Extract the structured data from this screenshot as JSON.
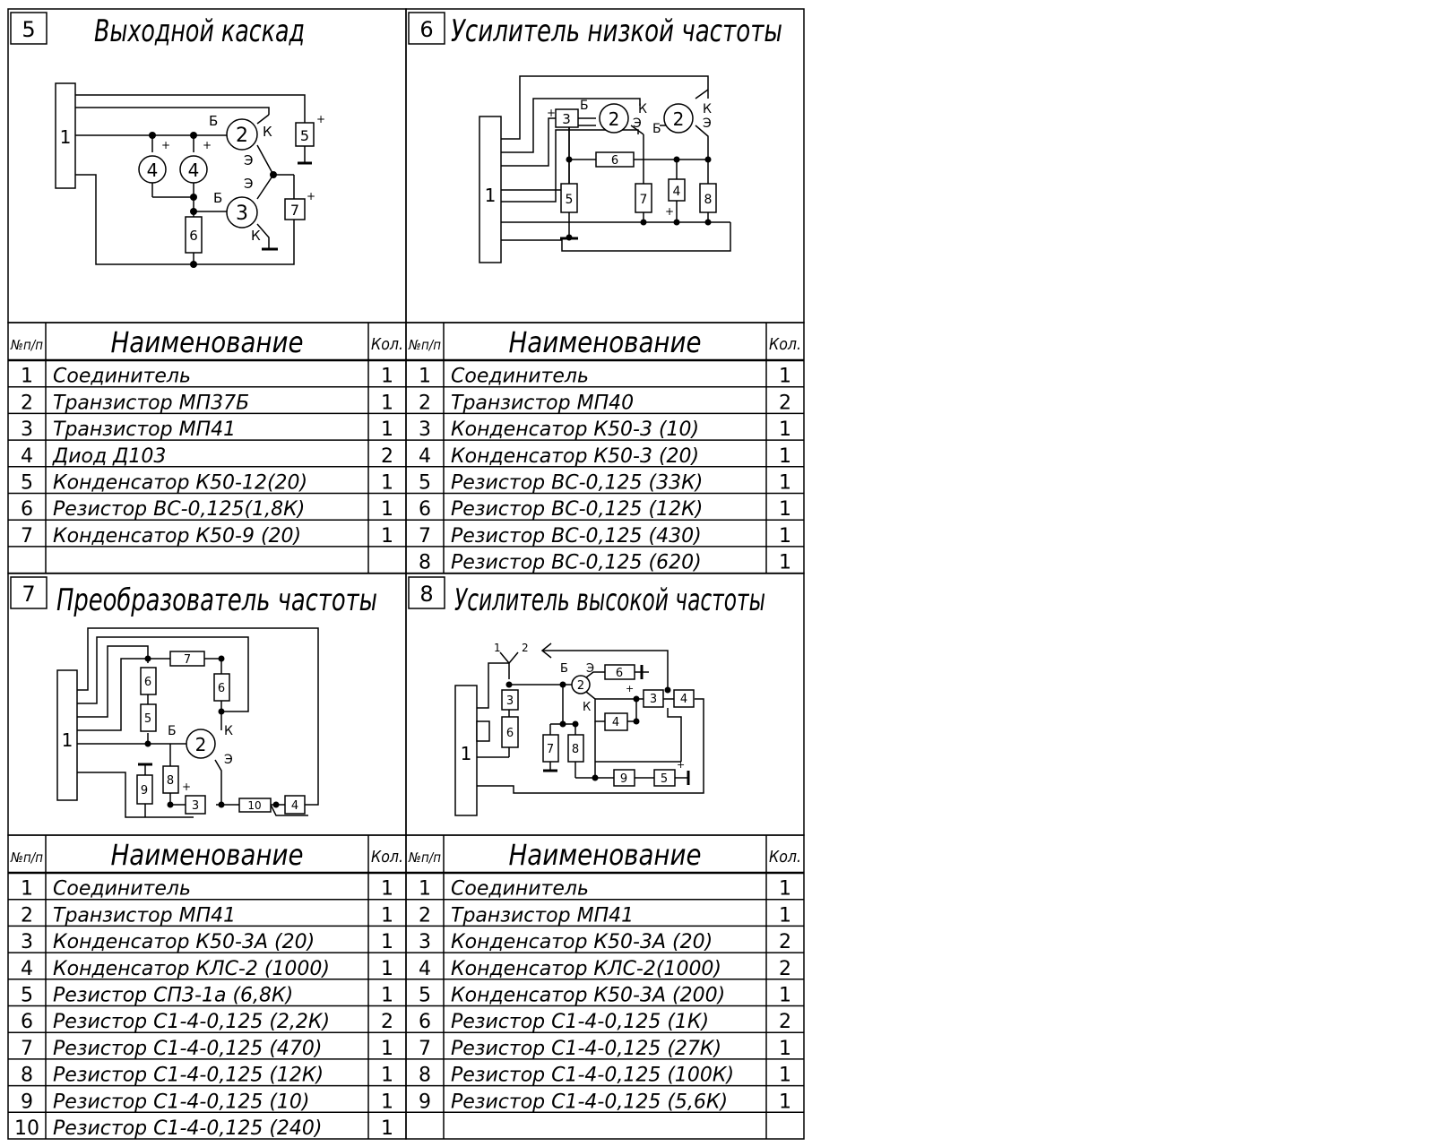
{
  "table_headers": {
    "num": "№п/п",
    "name": "Наименование",
    "qty": "Кол."
  },
  "panels": [
    {
      "number": "5",
      "title": "Выходной каскад",
      "schematic": {
        "connector": "1",
        "transistor_top": "2",
        "transistor_bottom": "3",
        "diode_a": "4",
        "diode_b": "4",
        "cap_right": "5",
        "resistor": "6",
        "cap_mid": "7",
        "pins": [
          "Б",
          "К",
          "Э",
          "Э",
          "Б",
          "К"
        ],
        "plus": "+"
      },
      "rows": [
        {
          "n": "1",
          "name": "Соединитель",
          "q": "1"
        },
        {
          "n": "2",
          "name": "Транзистор МП37Б",
          "q": "1"
        },
        {
          "n": "3",
          "name": "Транзистор МП41",
          "q": "1"
        },
        {
          "n": "4",
          "name": "Диод Д103",
          "q": "2"
        },
        {
          "n": "5",
          "name": "Конденсатор К50-12(20)",
          "q": "1"
        },
        {
          "n": "6",
          "name": "Резистор ВС-0,125(1,8К)",
          "q": "1"
        },
        {
          "n": "7",
          "name": "Конденсатор К50-9 (20)",
          "q": "1"
        },
        {
          "n": "",
          "name": "",
          "q": ""
        }
      ]
    },
    {
      "number": "6",
      "title": "Усилитель низкой частоты",
      "schematic": {
        "connector": "1",
        "transistor_a": "2",
        "transistor_b": "2",
        "cap_in": "3",
        "cap_low": "4",
        "r5": "5",
        "r6": "6",
        "r7": "7",
        "r8": "8",
        "pins": [
          "Б",
          "К",
          "Э",
          "Б",
          "К",
          "Э"
        ],
        "plus": "+"
      },
      "rows": [
        {
          "n": "1",
          "name": "Соединитель",
          "q": "1"
        },
        {
          "n": "2",
          "name": "Транзистор МП40",
          "q": "2"
        },
        {
          "n": "3",
          "name": "Конденсатор К50-3 (10)",
          "q": "1"
        },
        {
          "n": "4",
          "name": "Конденсатор К50-3 (20)",
          "q": "1"
        },
        {
          "n": "5",
          "name": "Резистор ВС-0,125 (33К)",
          "q": "1"
        },
        {
          "n": "6",
          "name": "Резистор ВС-0,125 (12К)",
          "q": "1"
        },
        {
          "n": "7",
          "name": "Резистор ВС-0,125 (430)",
          "q": "1"
        },
        {
          "n": "8",
          "name": "Резистор ВС-0,125 (620)",
          "q": "1"
        }
      ]
    },
    {
      "number": "7",
      "title": "Преобразователь частоты",
      "schematic": {
        "connector": "1",
        "transistor": "2",
        "c3": "3",
        "c4": "4",
        "r5": "5",
        "r6a": "6",
        "r6b": "6",
        "r7": "7",
        "r8": "8",
        "r9": "9",
        "r10": "10",
        "pins": [
          "Б",
          "К",
          "Э"
        ],
        "plus": "+"
      },
      "rows": [
        {
          "n": "1",
          "name": "Соединитель",
          "q": "1"
        },
        {
          "n": "2",
          "name": "Транзистор МП41",
          "q": "1"
        },
        {
          "n": "3",
          "name": "Конденсатор К50-3А (20)",
          "q": "1"
        },
        {
          "n": "4",
          "name": "Конденсатор КЛС-2 (1000)",
          "q": "1"
        },
        {
          "n": "5",
          "name": "Резистор СП3-1а (6,8К)",
          "q": "1"
        },
        {
          "n": "6",
          "name": "Резистор С1-4-0,125 (2,2К)",
          "q": "2"
        },
        {
          "n": "7",
          "name": "Резистор С1-4-0,125 (470)",
          "q": "1"
        },
        {
          "n": "8",
          "name": "Резистор С1-4-0,125 (12К)",
          "q": "1"
        },
        {
          "n": "9",
          "name": "Резистор С1-4-0,125 (10)",
          "q": "1"
        },
        {
          "n": "10",
          "name": "Резистор С1-4-0,125 (240)",
          "q": "1"
        }
      ]
    },
    {
      "number": "8",
      "title": "Усилитель высокой частоты",
      "schematic": {
        "connector": "1",
        "transistor": "2",
        "c3a": "3",
        "c3b": "3",
        "c4a": "4",
        "c4b": "4",
        "c5": "5",
        "r6a": "6",
        "r6b": "6",
        "r7": "7",
        "r8": "8",
        "r9": "9",
        "ant1": "1",
        "ant2": "2",
        "pins": [
          "Б",
          "Э",
          "К"
        ],
        "plus": "+"
      },
      "rows": [
        {
          "n": "1",
          "name": "Соединитель",
          "q": "1"
        },
        {
          "n": "2",
          "name": "Транзистор МП41",
          "q": "1"
        },
        {
          "n": "3",
          "name": "Конденсатор К50-3А (20)",
          "q": "2"
        },
        {
          "n": "4",
          "name": "Конденсатор КЛС-2(1000)",
          "q": "2"
        },
        {
          "n": "5",
          "name": "Конденсатор К50-3А (200)",
          "q": "1"
        },
        {
          "n": "6",
          "name": "Резистор С1-4-0,125 (1К)",
          "q": "2"
        },
        {
          "n": "7",
          "name": "Резистор С1-4-0,125 (27К)",
          "q": "1"
        },
        {
          "n": "8",
          "name": "Резистор С1-4-0,125 (100К)",
          "q": "1"
        },
        {
          "n": "9",
          "name": "Резистор С1-4-0,125 (5,6К)",
          "q": "1"
        },
        {
          "n": "",
          "name": "",
          "q": ""
        }
      ]
    }
  ]
}
